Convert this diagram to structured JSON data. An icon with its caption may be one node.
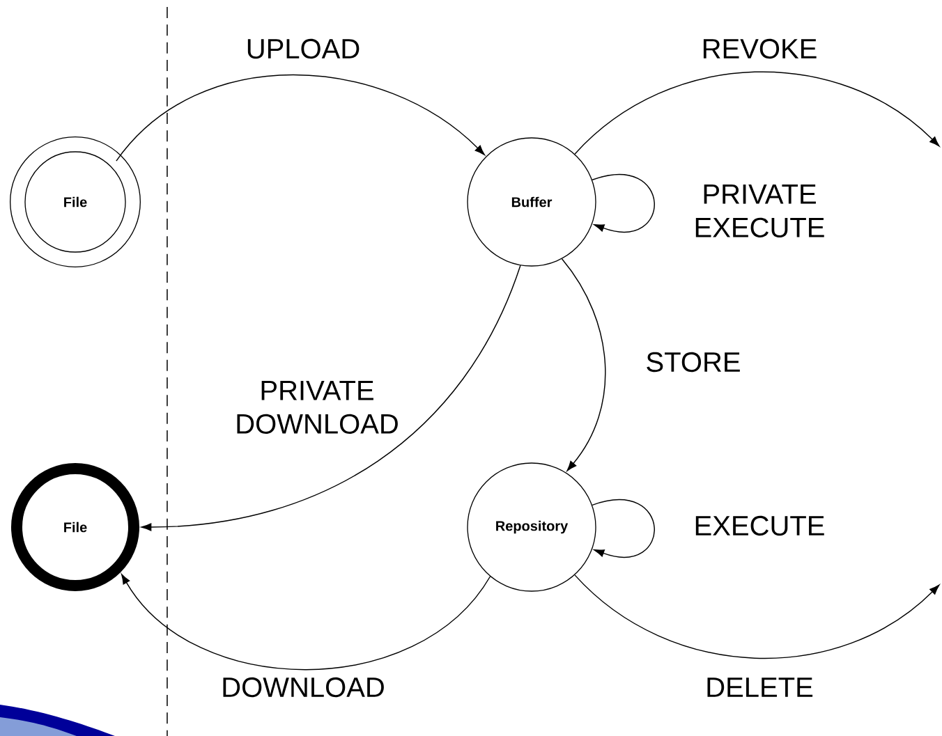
{
  "diagram": {
    "nodes": [
      {
        "text": [
          "File"
        ]
      },
      {
        "text": [
          "Buffer"
        ]
      },
      {
        "text": [
          "File"
        ]
      },
      {
        "text": [
          "Repository"
        ]
      }
    ],
    "edges": [
      {
        "from": 0,
        "to": 1,
        "arrow": "to",
        "label": "UPLOAD"
      },
      {
        "from": 1,
        "to": null,
        "arrow": "to",
        "label": "REVOKE"
      },
      {
        "from": 1,
        "to": 1,
        "arrow": "to",
        "label": "PRIVATE EXECUTE"
      },
      {
        "from": 1,
        "to": 3,
        "arrow": "to",
        "label": "STORE"
      },
      {
        "from": 1,
        "to": 2,
        "arrow": "to",
        "label": "PRIVATE DOWNLOAD"
      },
      {
        "from": 3,
        "to": 3,
        "arrow": "to",
        "label": "EXECUTE"
      },
      {
        "from": 3,
        "to": 2,
        "arrow": "to",
        "label": "DOWNLOAD"
      },
      {
        "from": 3,
        "to": null,
        "arrow": "to",
        "label": "DELETE"
      }
    ]
  }
}
